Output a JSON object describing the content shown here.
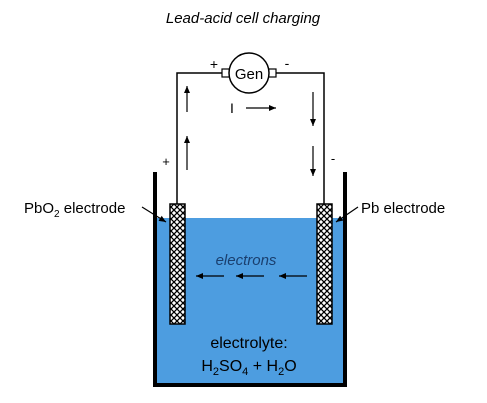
{
  "title": "Lead-acid cell charging",
  "generator": {
    "label": "Gen",
    "plus": "+",
    "minus": "-"
  },
  "current_label": "I",
  "electrodes": {
    "left": {
      "formula_main": "PbO",
      "formula_sub": "2",
      "suffix": " electrode",
      "polarity": "+"
    },
    "right": {
      "label": "Pb electrode",
      "polarity": "-"
    }
  },
  "electrons_label": "electrons",
  "electrolyte": {
    "label": "electrolyte:",
    "formula_parts": [
      "H",
      "2",
      "SO",
      "4",
      " + H",
      "2",
      "O"
    ]
  },
  "colors": {
    "electrolyte": "#4d9de0",
    "electron_text": "#1a3f6e",
    "wire": "#000000"
  }
}
